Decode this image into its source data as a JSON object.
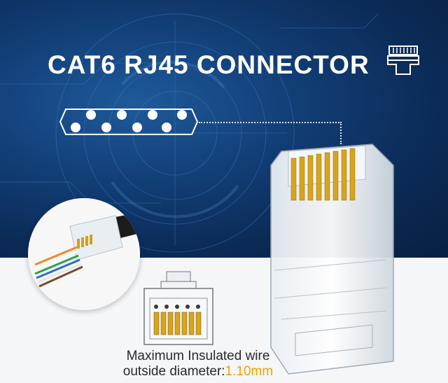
{
  "title": "CAT6 RJ45 CONNECTOR",
  "caption": {
    "line1": "Maximum Insulated wire",
    "line2_prefix": "outside diameter:",
    "line2_value": "1.10mm"
  },
  "icons": {
    "title_icon": "rj45-connector-icon",
    "pin_layout": "pin-layout-diagram",
    "wire_closeup": "wired-connector-image",
    "main_product": "rj45-connector-image",
    "front_view": "rj45-front-view-image"
  },
  "colors": {
    "banner": "#123f78",
    "title_text": "#ffffff",
    "accent": "#f2a300"
  }
}
